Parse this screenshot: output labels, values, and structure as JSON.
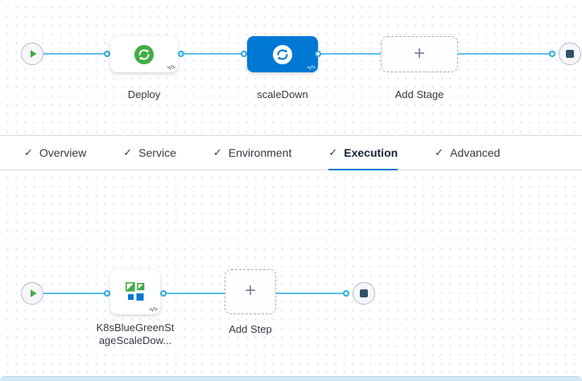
{
  "stage_graph": {
    "stages": [
      {
        "label": "Deploy",
        "selected": false
      },
      {
        "label": "scaleDown",
        "selected": true
      }
    ],
    "add_stage_label": "Add Stage"
  },
  "tabs": [
    {
      "label": "Overview",
      "checked": true,
      "selected": false
    },
    {
      "label": "Service",
      "checked": true,
      "selected": false
    },
    {
      "label": "Environment",
      "checked": true,
      "selected": false
    },
    {
      "label": "Execution",
      "checked": true,
      "selected": true
    },
    {
      "label": "Advanced",
      "checked": true,
      "selected": false
    }
  ],
  "step_graph": {
    "steps": [
      {
        "label_line1": "K8sBlueGreenSt",
        "label_line2": "ageScaleDow..."
      }
    ],
    "add_step_label": "Add Step"
  },
  "icons": {
    "check": "✓",
    "plus": "+",
    "code": "</>"
  },
  "colors": {
    "primary_blue": "#0278d5",
    "connector_blue": "#5cc0ee",
    "success_green": "#42ab45"
  }
}
